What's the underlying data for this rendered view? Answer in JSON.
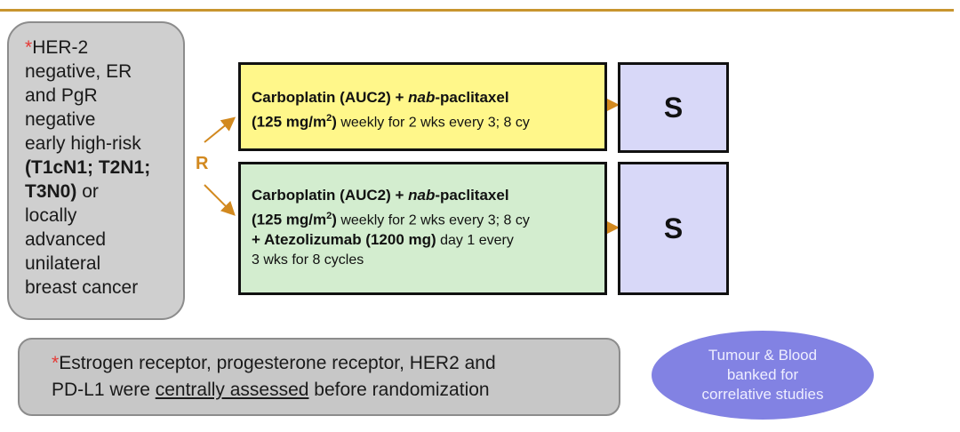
{
  "colors": {
    "rule": "#c8952f",
    "arrow": "#d2891f",
    "arm1_fill": "#fff78a",
    "arm2_fill": "#d3edcf",
    "s_fill": "#d8d8f8",
    "ellipse_fill": "#8282e3",
    "asterisk": "#e53935"
  },
  "criteria": {
    "star": "*",
    "lines": [
      "HER-2",
      "negative, ER",
      "and PgR",
      "negative",
      "early high-risk",
      "(T1cN1; T2N1;",
      "T3N0)",
      " or",
      "locally",
      "advanced",
      "unilateral",
      "breast cancer"
    ]
  },
  "randomization": {
    "label": "R"
  },
  "arm1": {
    "l1a": "Carboplatin (AUC2) + ",
    "l1b": "nab",
    "l1c": "-paclitaxel",
    "l2a": "(125 mg/m",
    "l2sup": "2",
    "l2b": ")",
    "l2c": " weekly for 2 wks every 3; 8 cy"
  },
  "arm2": {
    "l1a": "Carboplatin (AUC2) + ",
    "l1b": "nab",
    "l1c": "-paclitaxel",
    "l2a": "(125 mg/m",
    "l2sup": "2",
    "l2b": ")",
    "l2c": " weekly for 2 wks every 3; 8 cy",
    "l3a": "+ Atezolizumab (1200 mg)",
    "l3b": " day 1 every",
    "l4": "3 wks for 8 cycles"
  },
  "surgery": {
    "label1": "S",
    "label2": "S"
  },
  "footnote": {
    "star": "*",
    "text1": "Estrogen receptor, progesterone receptor, HER2 and",
    "text2a": "PD-L1 were ",
    "text2u": "centrally assessed",
    "text2b": " before randomization"
  },
  "biobank": {
    "line1": "Tumour & Blood",
    "line2": "banked for",
    "line3": "correlative studies"
  }
}
